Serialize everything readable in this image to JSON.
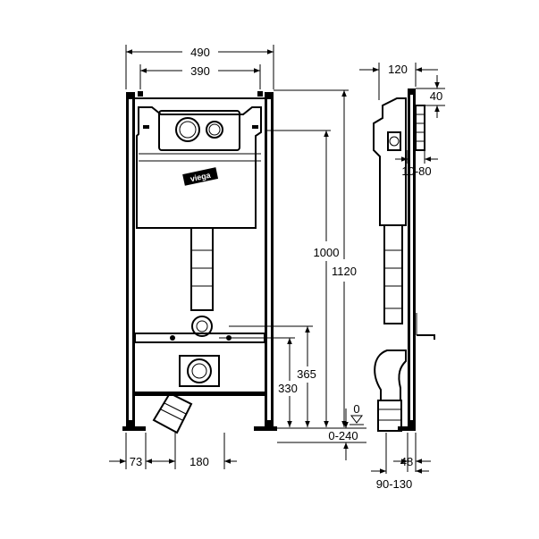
{
  "diagram": {
    "front_view": {
      "brand_logo": "viega",
      "dimensions": {
        "total_width": "490",
        "inner_width": "390",
        "height_plate": "1000",
        "total_height": "1120",
        "drain_height_1": "365",
        "drain_height_2": "330",
        "floor_range": "0-240",
        "foot_offset": "73",
        "drain_offset": "180"
      }
    },
    "side_view": {
      "dimensions": {
        "top_depth": "120",
        "top_offset": "40",
        "wall_distance": "10-80",
        "zero_mark": "0",
        "foot_depth": "48",
        "outlet_range": "90-130"
      }
    }
  }
}
